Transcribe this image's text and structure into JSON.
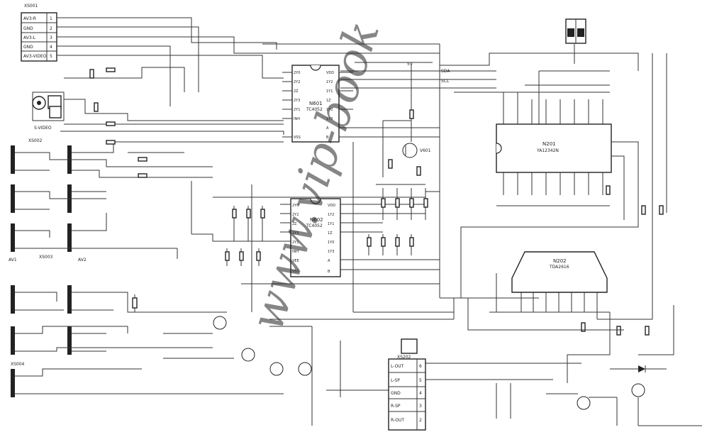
{
  "connector_xs001": {
    "ref": "XS001",
    "pins": [
      "AV3-R",
      "GND",
      "AV3-L",
      "GND",
      "AV3-VIDEO"
    ],
    "pin_numbers": [
      "1",
      "2",
      "3",
      "4",
      "5"
    ]
  },
  "ics": {
    "n601": {
      "ref": "N601",
      "part": "TC4052",
      "left_pins": [
        "2Y0",
        "2Y2",
        "2Z",
        "2Y3",
        "2Y1",
        "INH",
        "VSS"
      ],
      "right_pins": [
        "VDD",
        "1Y2",
        "1Y1",
        "1Z",
        "1Y0",
        "1Y3",
        "A",
        "B"
      ]
    },
    "n602": {
      "ref": "N602",
      "part": "TC4052",
      "left_pins": [
        "2Y0",
        "2Y2",
        "2Z",
        "2Y3",
        "2Y1",
        "INH",
        "VEE",
        "VSS"
      ],
      "right_pins": [
        "VDD",
        "1Y2",
        "1Y1",
        "1Z",
        "1Y0",
        "1Y3",
        "A",
        "B"
      ]
    },
    "n201": {
      "ref": "N201",
      "part": "YA12342N"
    },
    "n202": {
      "ref": "N202",
      "part": "TDA2616"
    }
  },
  "jacks": {
    "xs002": "XS002",
    "xs003": "XS003",
    "xs004": "XS004",
    "av1": "AV1",
    "av2": "AV2",
    "s_video": "S-VIDEO"
  },
  "labels": {
    "transistor_v": "V601",
    "net_sda": "SDA",
    "net_scl": "SCL",
    "net_5v": "5V"
  },
  "connector_xs202": {
    "ref": "XS202",
    "pins": [
      "L-OUT",
      "L-SP",
      "GND",
      "R-SP",
      "R-OUT"
    ],
    "pin_numbers": [
      "6",
      "5",
      "4",
      "3",
      "2"
    ]
  },
  "watermark": "www.vip-book"
}
